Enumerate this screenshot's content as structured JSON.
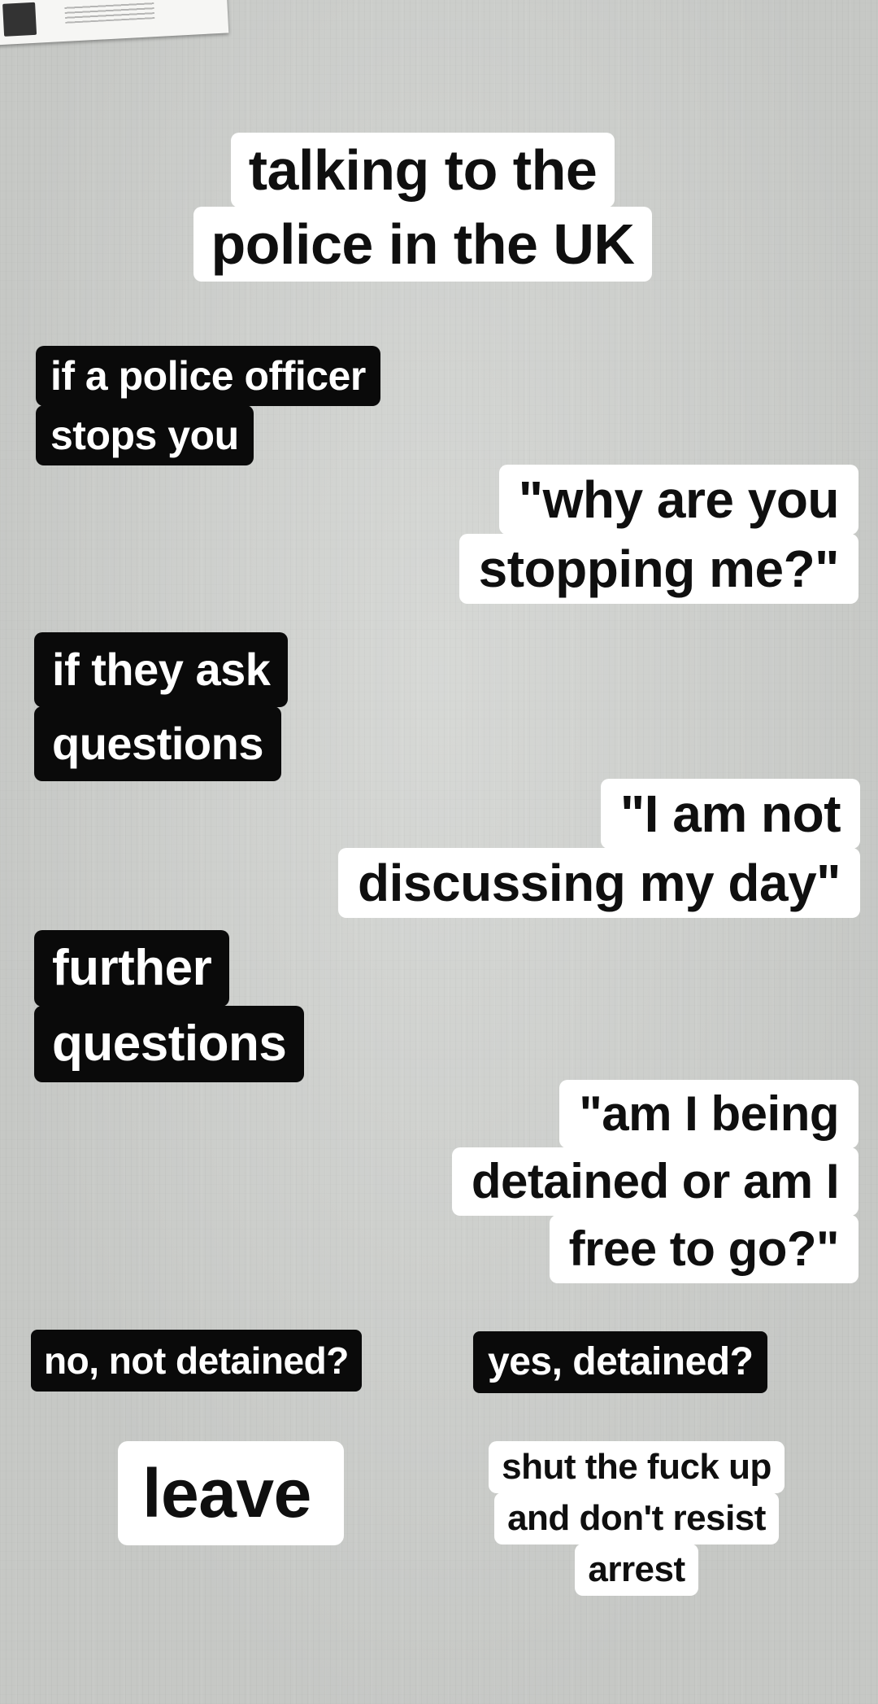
{
  "title": {
    "lines": [
      "talking to the",
      "police in the UK"
    ]
  },
  "steps": [
    {
      "prompt": [
        "if a police officer",
        "stops you"
      ],
      "reply": [
        "\"why are you",
        "stopping me?\""
      ]
    },
    {
      "prompt": [
        "if they ask",
        "questions"
      ],
      "reply": [
        "\"I am not",
        "discussing my day\""
      ]
    },
    {
      "prompt": [
        "further",
        "questions"
      ],
      "reply": [
        "\"am I being",
        "detained or am I",
        "free to go?\""
      ]
    }
  ],
  "branches": {
    "no": {
      "label": "no, not detained?",
      "action": "leave"
    },
    "yes": {
      "label": "yes, detained?",
      "action": [
        "shut the fuck up",
        "and don't resist",
        "arrest"
      ]
    }
  },
  "colors": {
    "wall": "#d2d4d1",
    "white_box": "#ffffff",
    "black_box": "#0a0a0a"
  }
}
